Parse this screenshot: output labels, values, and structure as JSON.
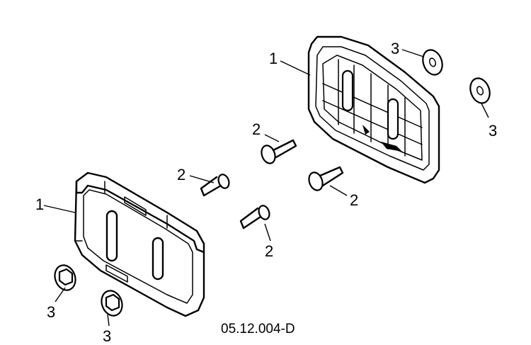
{
  "drawing_code": "05.12.004-D",
  "callouts": {
    "skid_shoe": "1",
    "carriage_bolt": "2",
    "flange_nut": "3"
  }
}
